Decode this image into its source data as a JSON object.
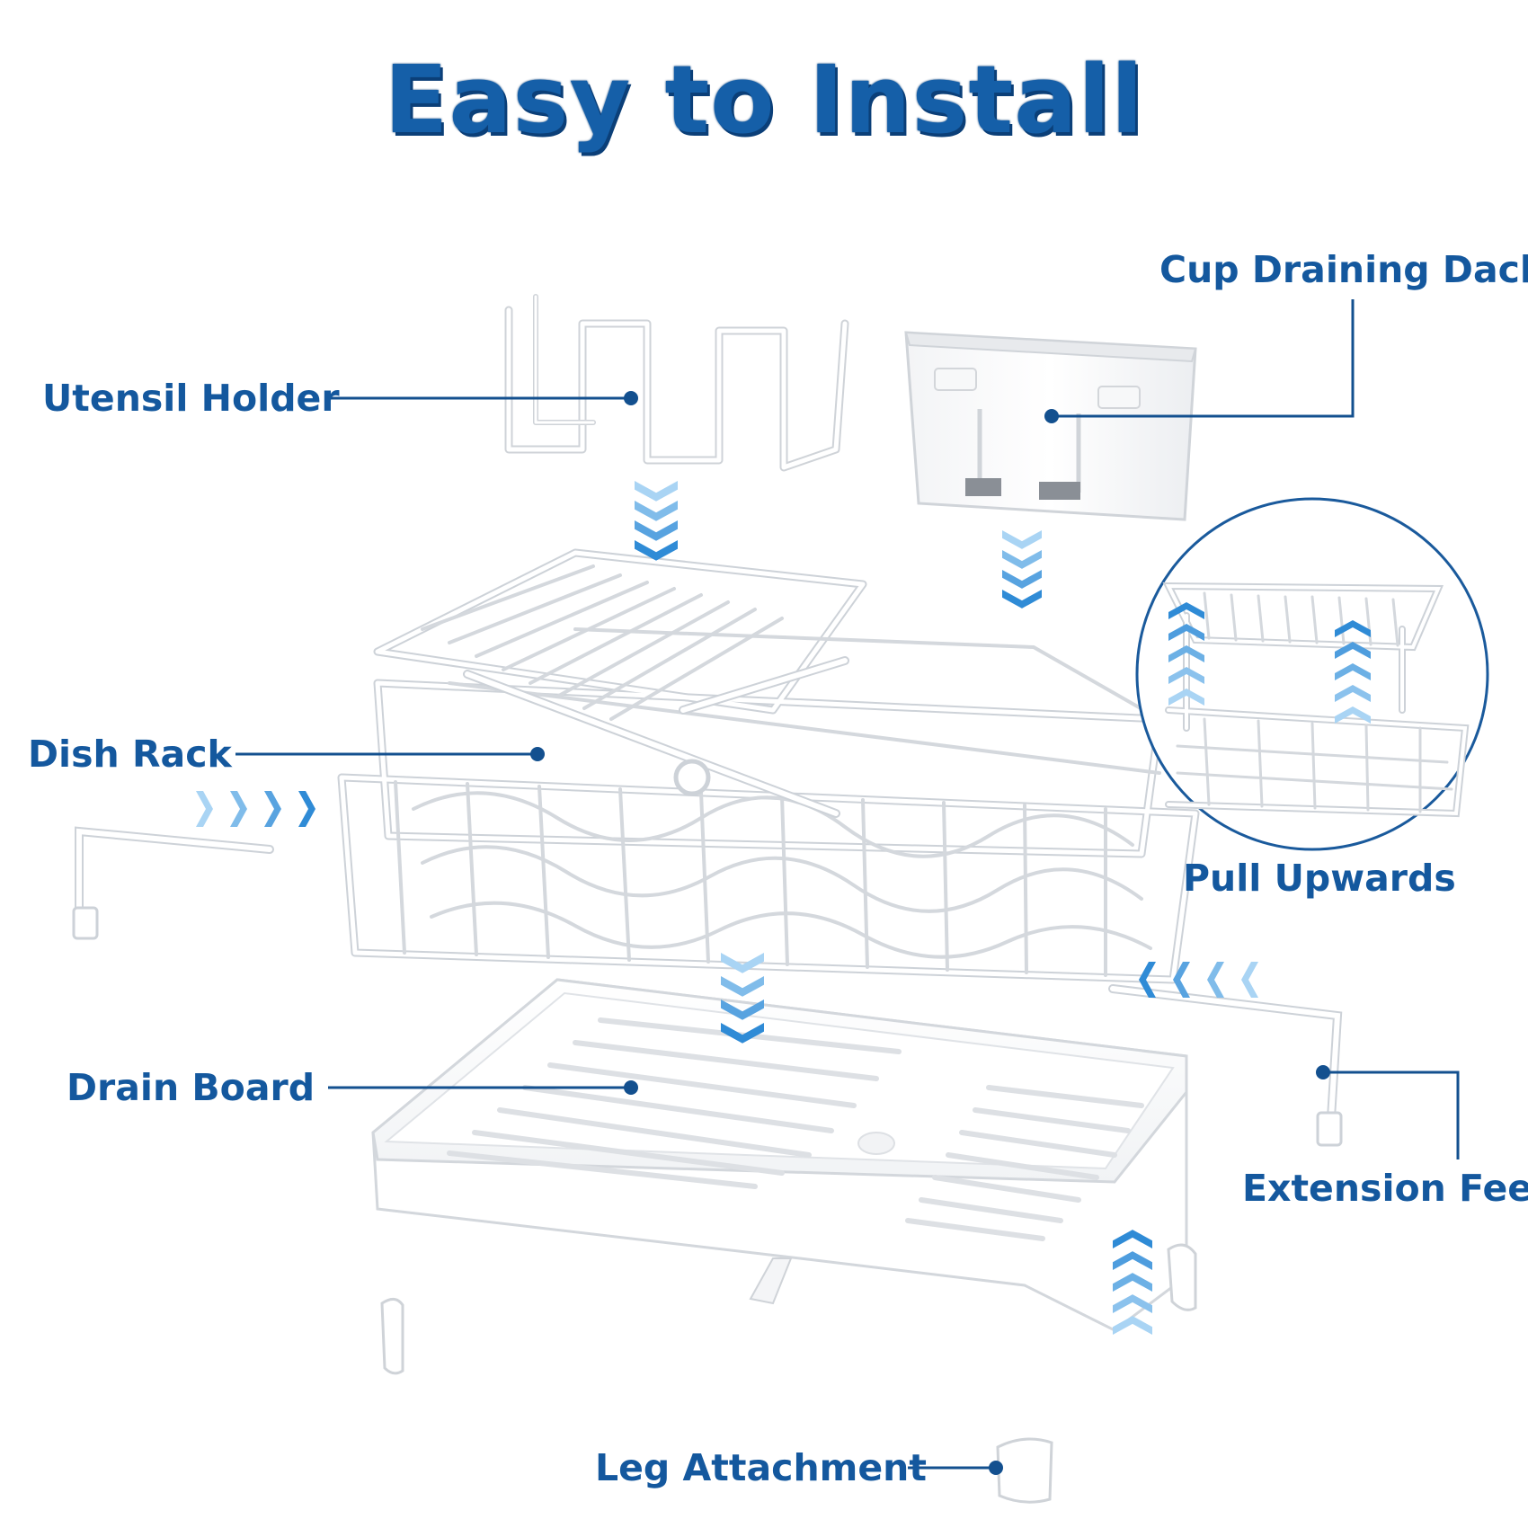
{
  "title": "Easy to Install",
  "colors": {
    "title": "#155fa8",
    "label": "#14589e",
    "leader": "#13508f",
    "arrow_dark": "#2f8bd6",
    "arrow_light": "#a9d4f4",
    "product": "#ffffff",
    "product_edge": "#cfd3d8"
  },
  "labels": {
    "utensil_holder": "Utensil Holder",
    "cup_draining_dack": "Cup Draining Dack",
    "dish_rack": "Dish Rack",
    "pull_upwards": "Pull Upwards",
    "drain_board": "Drain Board",
    "extension_feet": "Extension Feet",
    "leg_attachment": "Leg Attachment"
  },
  "icons": {
    "assembly_arrow": "chevron-arrow-icon",
    "leader_dot": "leader-dot-icon"
  }
}
